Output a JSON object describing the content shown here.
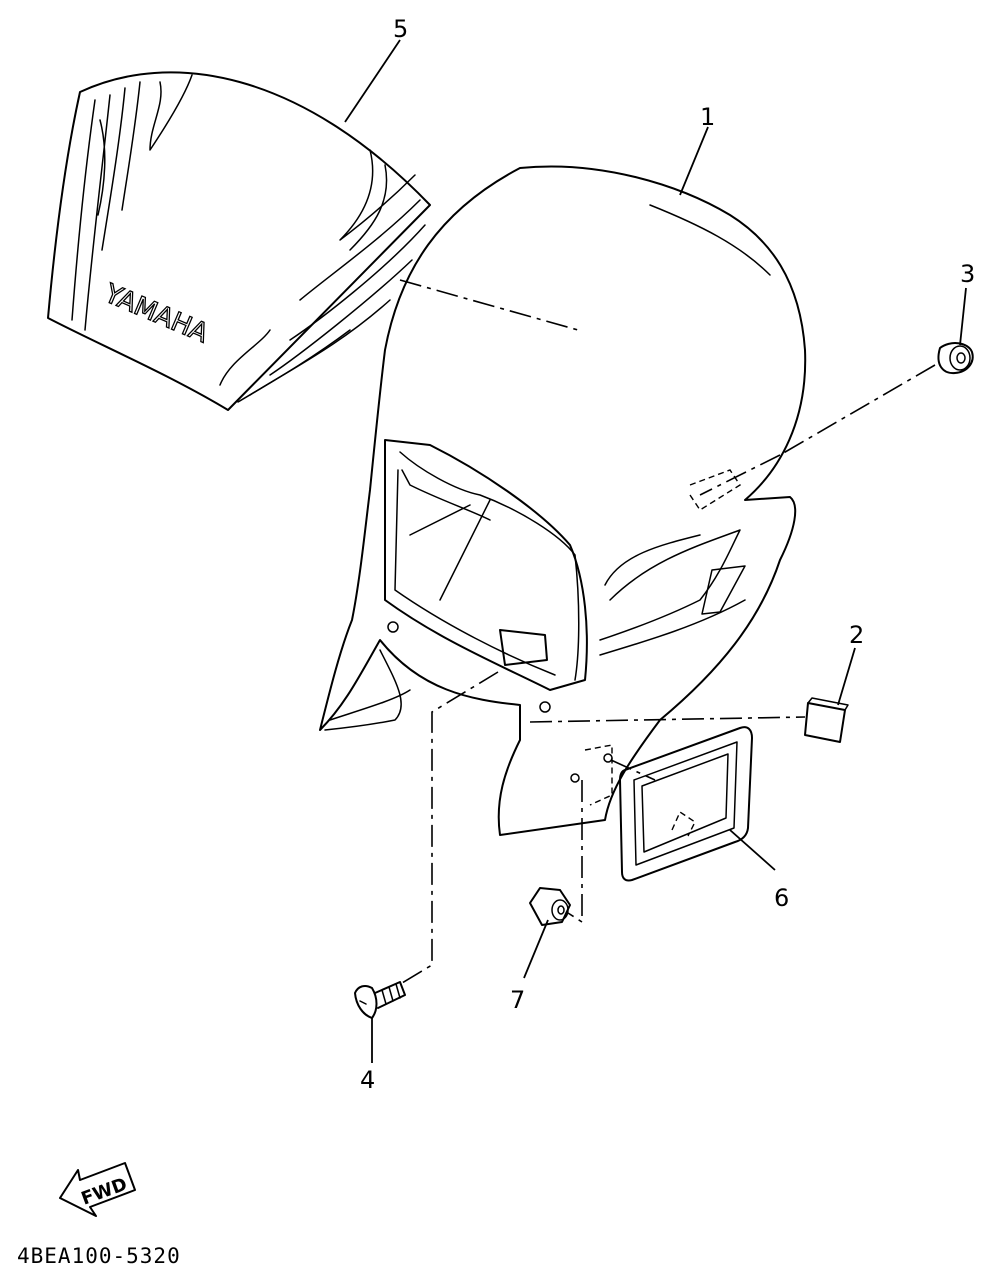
{
  "diagram": {
    "brand_text": "YAMAHA",
    "fwd_label": "FWD",
    "diagram_code": "4BEA100-5320",
    "callouts": [
      "1",
      "2",
      "3",
      "4",
      "5",
      "6",
      "7"
    ]
  }
}
